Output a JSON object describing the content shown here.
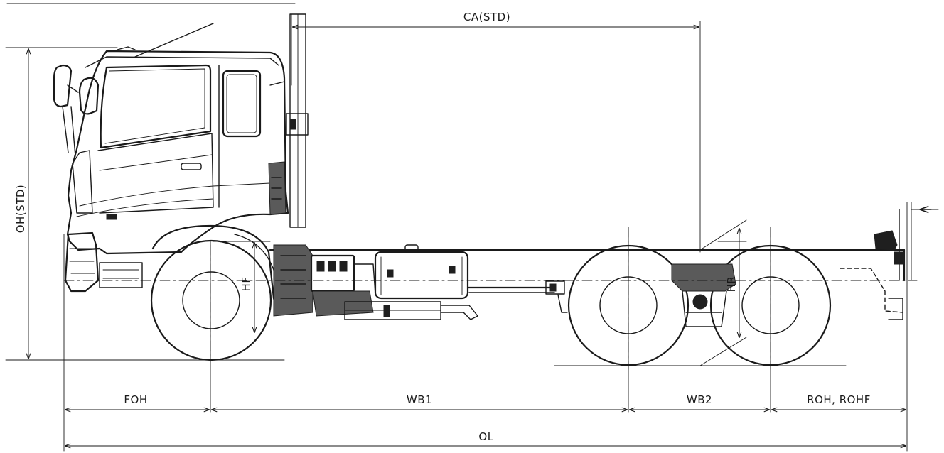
{
  "labels": {
    "ca": "CA(STD)",
    "oh": "OH(STD)",
    "hf": "HF",
    "hr": "HR",
    "foh": "FOH",
    "wb1": "WB1",
    "wb2": "WB2",
    "roh": "ROH, ROHF",
    "ol": "OL"
  },
  "colors": {
    "line": "#1a1a1a",
    "background": "#ffffff"
  }
}
